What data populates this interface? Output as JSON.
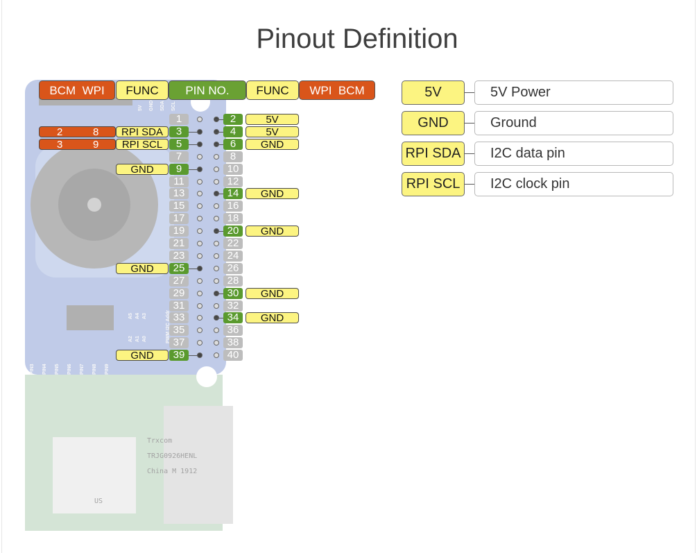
{
  "title": "Pinout Definition",
  "header": {
    "bcm": "BCM",
    "wpi": "WPI",
    "func": "FUNC",
    "pin_no": "PIN NO."
  },
  "pins": [
    {
      "n": "1",
      "c": "gr"
    },
    {
      "n": "2",
      "c": "gn",
      "func": "5V"
    },
    {
      "n": "3",
      "c": "gn",
      "func": "RPI SDA",
      "bcm": "2",
      "wpi": "8"
    },
    {
      "n": "4",
      "c": "gn",
      "func": "5V"
    },
    {
      "n": "5",
      "c": "gn",
      "func": "RPI SCL",
      "bcm": "3",
      "wpi": "9"
    },
    {
      "n": "6",
      "c": "gn",
      "func": "GND"
    },
    {
      "n": "7",
      "c": "gr"
    },
    {
      "n": "8",
      "c": "gr"
    },
    {
      "n": "9",
      "c": "gn",
      "func": "GND"
    },
    {
      "n": "10",
      "c": "gr"
    },
    {
      "n": "11",
      "c": "gr"
    },
    {
      "n": "12",
      "c": "gr"
    },
    {
      "n": "13",
      "c": "gr"
    },
    {
      "n": "14",
      "c": "gn",
      "func": "GND"
    },
    {
      "n": "15",
      "c": "gr"
    },
    {
      "n": "16",
      "c": "gr"
    },
    {
      "n": "17",
      "c": "gr"
    },
    {
      "n": "18",
      "c": "gr"
    },
    {
      "n": "19",
      "c": "gr"
    },
    {
      "n": "20",
      "c": "gn",
      "func": "GND"
    },
    {
      "n": "21",
      "c": "gr"
    },
    {
      "n": "22",
      "c": "gr"
    },
    {
      "n": "23",
      "c": "gr"
    },
    {
      "n": "24",
      "c": "gr"
    },
    {
      "n": "25",
      "c": "gn",
      "func": "GND"
    },
    {
      "n": "26",
      "c": "gr"
    },
    {
      "n": "27",
      "c": "gr"
    },
    {
      "n": "28",
      "c": "gr"
    },
    {
      "n": "29",
      "c": "gr"
    },
    {
      "n": "30",
      "c": "gn",
      "func": "GND"
    },
    {
      "n": "31",
      "c": "gr"
    },
    {
      "n": "32",
      "c": "gr"
    },
    {
      "n": "33",
      "c": "gr"
    },
    {
      "n": "34",
      "c": "gn",
      "func": "GND"
    },
    {
      "n": "35",
      "c": "gr"
    },
    {
      "n": "36",
      "c": "gr"
    },
    {
      "n": "37",
      "c": "gr"
    },
    {
      "n": "38",
      "c": "gr"
    },
    {
      "n": "39",
      "c": "gn",
      "func": "GND"
    },
    {
      "n": "40",
      "c": "gr"
    }
  ],
  "legend": [
    {
      "key": "5V",
      "value": "5V Power"
    },
    {
      "key": "GND",
      "value": "Ground"
    },
    {
      "key": "RPI SDA",
      "value": "I2C data pin"
    },
    {
      "key": "RPI SCL",
      "value": "I2C clock pin"
    }
  ],
  "board": {
    "silk_top": [
      "5V",
      "GND",
      "SDA",
      "SCL"
    ],
    "silk_bottom": [
      "PIN3",
      "PIN4",
      "PIN5",
      "PIN6",
      "PIN7",
      "PIN8",
      "PIN9"
    ],
    "silk_addr": "PWM I2C Addr",
    "silk_addr_bits": [
      "A5",
      "A4",
      "A3",
      "A2",
      "A1",
      "A0"
    ],
    "jack_brand": "Trxcom",
    "jack_model": "TRJG0926HENL",
    "jack_origin": "China M 1912",
    "jack_mark": "US"
  },
  "colors": {
    "yellow": "#fcf481",
    "orange": "#d9551a",
    "green": "#6aa133",
    "pin_green": "#5a9a2e",
    "pin_gray": "#bdbdbd",
    "board_blue": "#6b86c9"
  }
}
